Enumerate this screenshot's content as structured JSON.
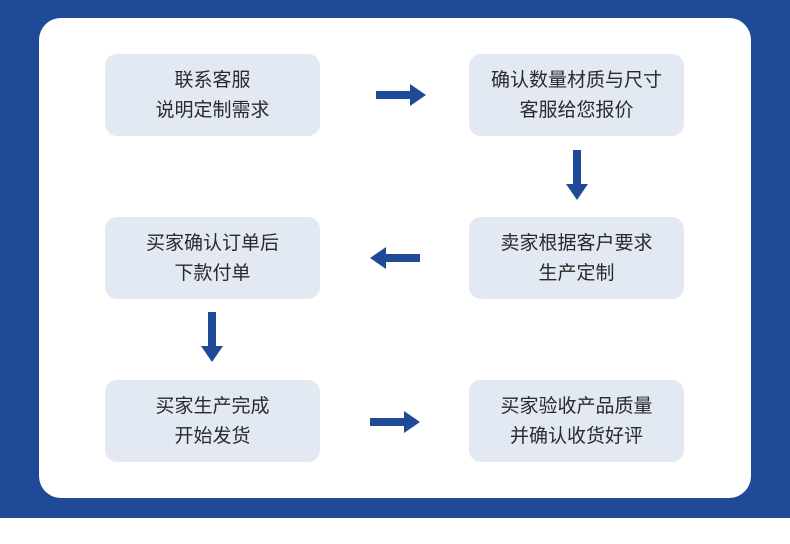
{
  "colors": {
    "band": "#1f4a98",
    "step_bg": "#e2e9f2",
    "arrow": "#1f4a98"
  },
  "steps": [
    {
      "line1": "联系客服",
      "line2": "说明定制需求"
    },
    {
      "line1": "确认数量材质与尺寸",
      "line2": "客服给您报价"
    },
    {
      "line1": "卖家根据客户要求",
      "line2": "生产定制"
    },
    {
      "line1": "买家确认订单后",
      "line2": "下款付单"
    },
    {
      "line1": "买家生产完成",
      "line2": "开始发货"
    },
    {
      "line1": "买家验收产品质量",
      "line2": "并确认收货好评"
    }
  ],
  "arrows": [
    {
      "icon": "arrow-right-icon"
    },
    {
      "icon": "arrow-down-icon"
    },
    {
      "icon": "arrow-left-icon"
    },
    {
      "icon": "arrow-down-icon"
    },
    {
      "icon": "arrow-right-icon"
    }
  ]
}
